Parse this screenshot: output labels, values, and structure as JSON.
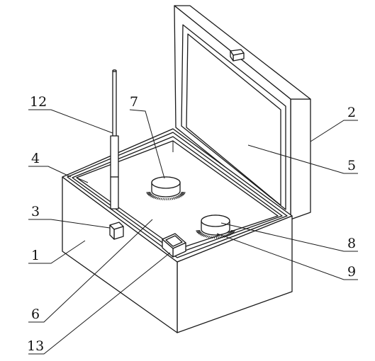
{
  "labels": {
    "l1": "1",
    "l2": "2",
    "l3": "3",
    "l4": "4",
    "l5": "5",
    "l6": "6",
    "l7": "7",
    "l8": "8",
    "l9": "9",
    "l12": "12",
    "l13": "13"
  }
}
